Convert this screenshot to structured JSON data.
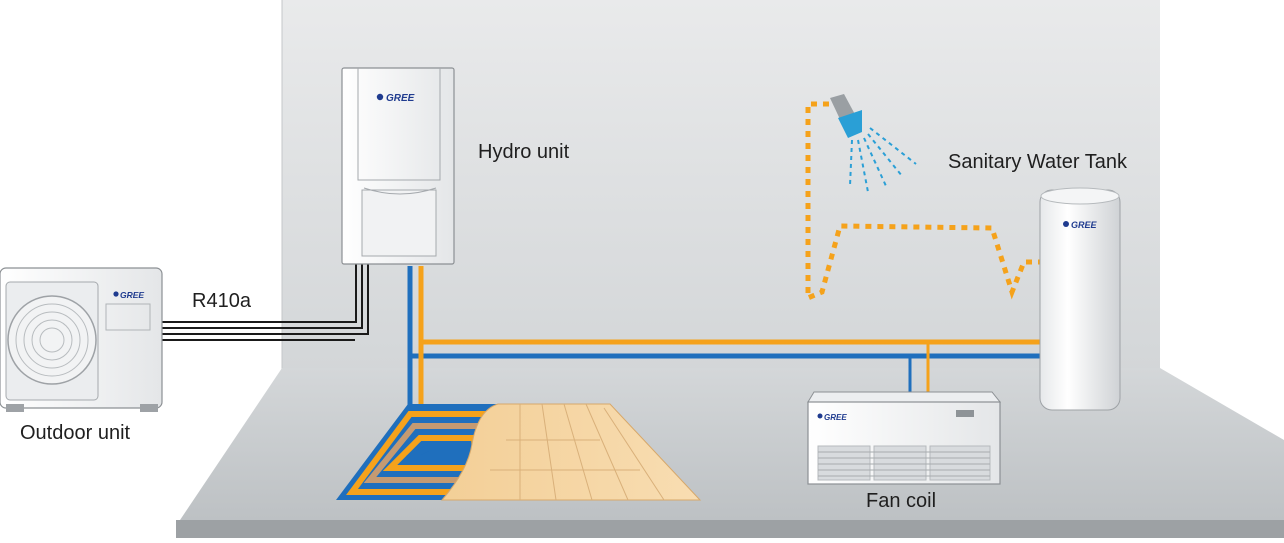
{
  "labels": {
    "hydro_unit": "Hydro unit",
    "sanitary_tank": "Sanitary Water Tank",
    "refrigerant": "R410a",
    "outdoor_unit": "Outdoor unit",
    "fan_coil": "Fan coil"
  },
  "brand": "GREE",
  "icons": [
    "shower-icon",
    "brand-logo-icon"
  ],
  "colors": {
    "hot_pipe": "#f5a21b",
    "cold_pipe": "#1f6fbd",
    "wall": "#dcdfe1",
    "floor": "#c9cccf",
    "floor_edge": "#9fa3a6",
    "wood": "#f5d7a8",
    "brand": "#1f3b8f"
  }
}
